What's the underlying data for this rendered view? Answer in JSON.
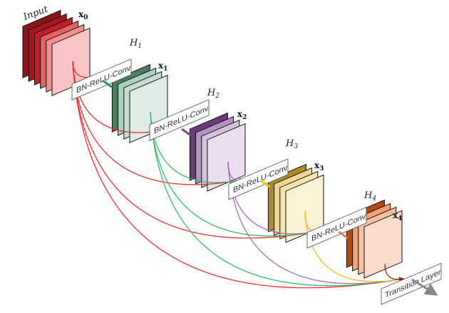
{
  "input_label": "Input",
  "stacks": [
    {
      "var": "x",
      "sub": "0",
      "colors": [
        "#8b1418",
        "#a3171d",
        "#c21f26",
        "#e6605e",
        "#f09190",
        "#f8c5c5"
      ]
    },
    {
      "var": "x",
      "sub": "1",
      "colors": [
        "#4b7d60",
        "#a9d0bf",
        "#c3ded1",
        "#ddede5"
      ]
    },
    {
      "var": "x",
      "sub": "2",
      "colors": [
        "#6b3b78",
        "#b293c1",
        "#d5c2dd",
        "#eadff0"
      ]
    },
    {
      "var": "x",
      "sub": "3",
      "colors": [
        "#b08b22",
        "#efd78f",
        "#f5e4b2",
        "#fbf1d8"
      ]
    },
    {
      "var": "x",
      "sub": "4",
      "colors": [
        "#b24a12",
        "#f0a173",
        "#f5c1a2",
        "#fbdccc"
      ]
    }
  ],
  "blocks": [
    {
      "h": "H",
      "sub": "1",
      "text": "BN-ReLU-Conv"
    },
    {
      "h": "H",
      "sub": "2",
      "text": "BN-ReLU-Conv"
    },
    {
      "h": "H",
      "sub": "3",
      "text": "BN-ReLU-Conv"
    },
    {
      "h": "H",
      "sub": "4",
      "text": "BN-ReLU-Conv"
    }
  ],
  "transition_label": "Transition Layer",
  "connection_colors": [
    "#ff2020",
    "#1fbf5a",
    "#a35fb5",
    "#f4b800",
    "#8b1a1a"
  ]
}
